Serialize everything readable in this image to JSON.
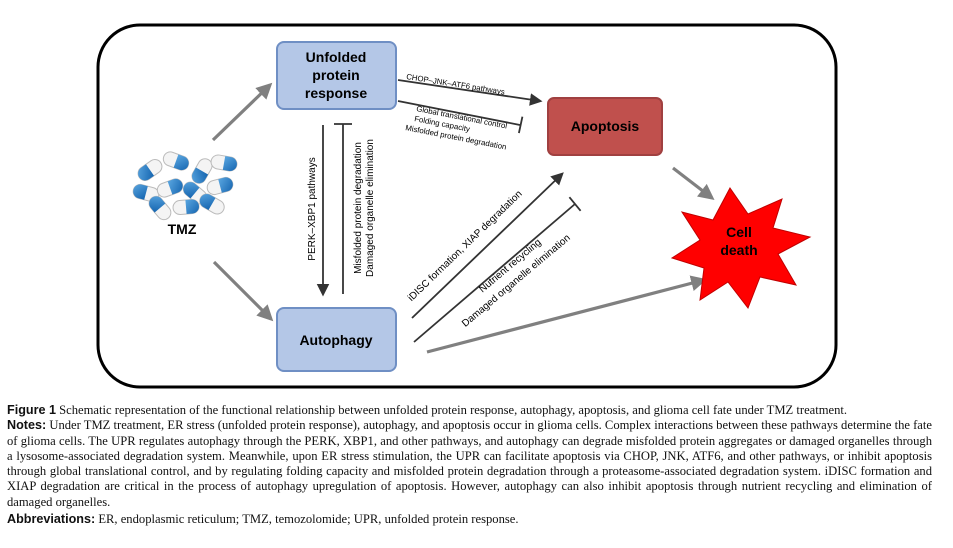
{
  "diagram": {
    "nodes": {
      "tmz": "TMZ",
      "upr": [
        "Unfolded",
        "protein",
        "response"
      ],
      "autophagy": "Autophagy",
      "apoptosis": "Apoptosis",
      "cell_death": [
        "Cell",
        "death"
      ]
    },
    "edge_labels": {
      "chop": "CHOP–JNK–ATF6 pathways",
      "inhibit_upr_apoptosis": [
        "Global translational control",
        "Folding capacity",
        "Misfolded protein degradation"
      ],
      "perk": "PERK–XBP1 pathways",
      "autophagy_upr": [
        "Misfolded protein degradation",
        "Damaged organelle elimination"
      ],
      "idisc": "iDISC formation, XIAP degradation",
      "nutrient": [
        "Nutrient recycling",
        "Damaged organelle elimination"
      ]
    },
    "colors": {
      "box_fill": "#b4c7e7",
      "box_border": "#6f8fc4",
      "apoptosis_fill": "#c0504d",
      "apoptosis_border": "#a04040",
      "cell_death_fill": "#ff0000",
      "arrow": "#808080",
      "frame": "#000000"
    }
  },
  "caption": {
    "figure_label": "Figure 1",
    "figure_text": "Schematic representation of the functional relationship between unfolded protein response, autophagy, apoptosis, and glioma cell fate under TMZ treatment.",
    "notes_label": "Notes:",
    "notes_text": "Under TMZ treatment, ER stress (unfolded protein response), autophagy, and apoptosis occur in glioma cells. Complex interactions between these pathways determine the fate of glioma cells. The UPR regulates autophagy through the PERK, XBP1, and other pathways, and autophagy can degrade misfolded protein aggregates or damaged organelles through a lysosome-associated degradation system. Meanwhile, upon ER stress stimulation, the UPR can facilitate apoptosis via CHOP, JNK, ATF6, and other pathways, or inhibit apoptosis through global translational control, and by regulating folding capacity and misfolded protein degradation through a proteasome-associated degradation system. iDISC formation and XIAP degradation are critical in the process of autophagy upregulation of apoptosis. However, autophagy can also inhibit apoptosis through nutrient recycling and elimination of damaged organelles.",
    "abbr_label": "Abbreviations:",
    "abbr_text": "ER, endoplasmic reticulum; TMZ, temozolomide; UPR, unfolded protein response."
  }
}
